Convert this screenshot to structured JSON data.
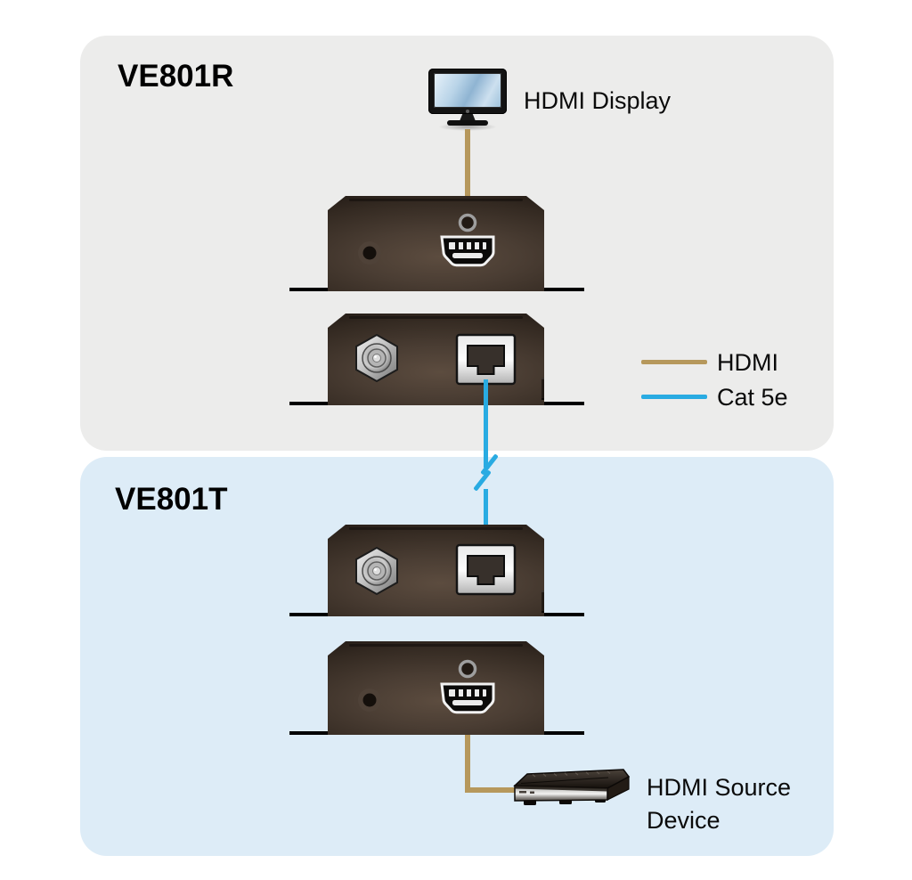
{
  "panels": {
    "receiver": {
      "title": "VE801R",
      "bg": "#ececeb"
    },
    "transmitter": {
      "title": "VE801T",
      "bg": "#ddecf7"
    }
  },
  "labels": {
    "display": "HDMI Display",
    "source": "HDMI Source\nDevice"
  },
  "legend": {
    "items": [
      {
        "label": "HDMI",
        "color": "#b6985c"
      },
      {
        "label": "Cat 5e",
        "color": "#29abe2"
      }
    ]
  },
  "colors": {
    "hdmi_cable": "#b6985c",
    "cat5e_cable": "#29abe2"
  }
}
